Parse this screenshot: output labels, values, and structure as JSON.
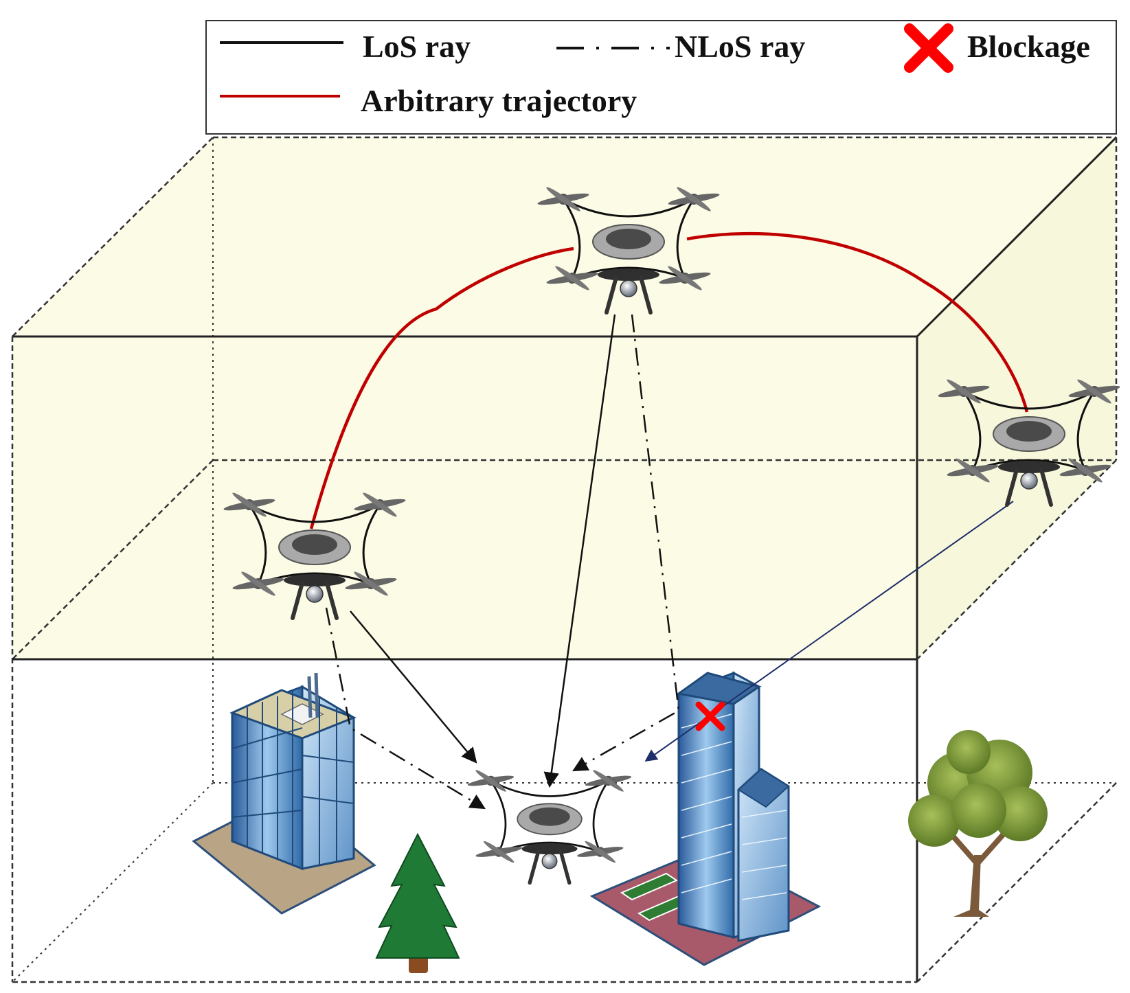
{
  "legend": {
    "los_label": "LoS ray",
    "nlos_label": "NLoS ray",
    "blockage_label": "Blockage",
    "trajectory_label": "Arbitrary trajectory"
  },
  "colors": {
    "los": "#111111",
    "nlos": "#111111",
    "trajectory": "#c00000",
    "blockage": "#ff0000",
    "upper_layer_fill": "#fbfbe6",
    "blocked_ray": "#1f2f6a"
  },
  "drones": [
    {
      "id": "top-drone",
      "role": "aerial-transmitter"
    },
    {
      "id": "left-drone",
      "role": "aerial-transmitter"
    },
    {
      "id": "right-drone",
      "role": "aerial-transmitter"
    },
    {
      "id": "ground-drone",
      "role": "receiver"
    }
  ],
  "obstacles": [
    "office-building",
    "skyscraper",
    "pine-tree",
    "oak-tree"
  ]
}
